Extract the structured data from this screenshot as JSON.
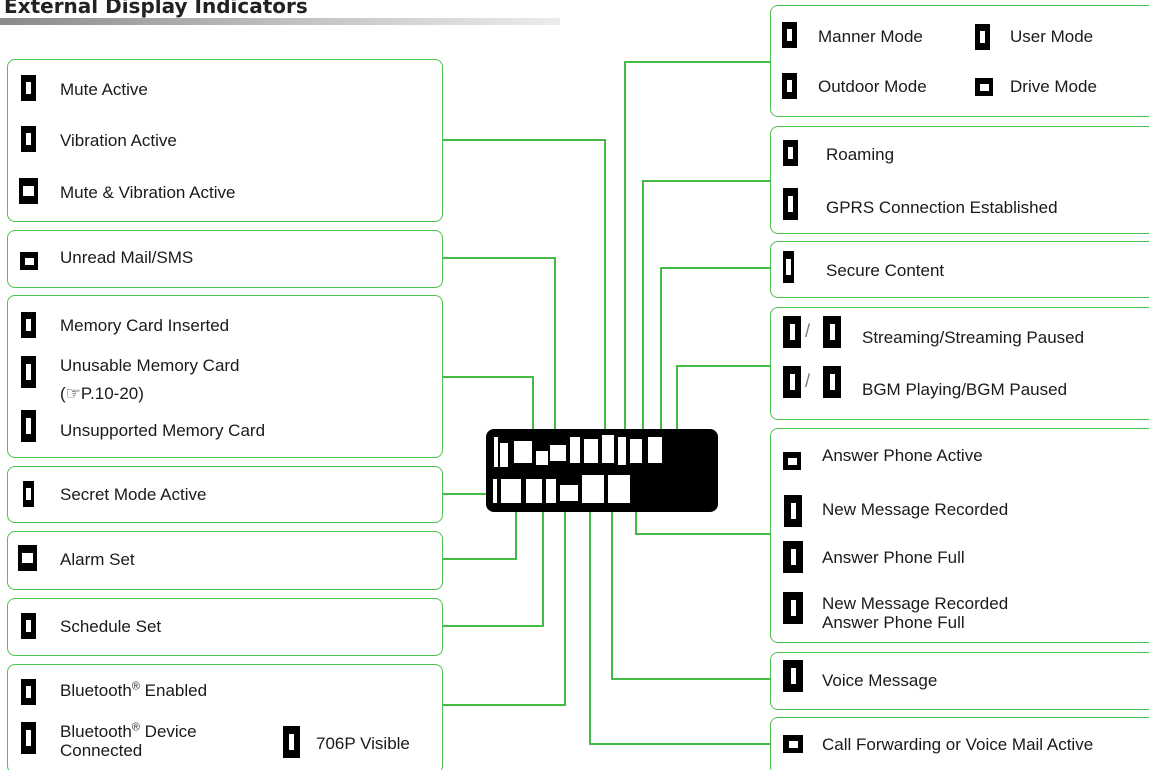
{
  "title": "External Display Indicators",
  "left_groups": {
    "mute": [
      "Mute Active",
      "Vibration Active",
      "Mute & Vibration Active"
    ],
    "mail": "Unread Mail/SMS",
    "memory": {
      "inserted": "Memory Card Inserted",
      "unusable_line1": "Unusable Memory Card",
      "unusable_line2": "(☞P.10-20)",
      "unsupported": "Unsupported Memory Card"
    },
    "secret": "Secret Mode Active",
    "alarm": "Alarm Set",
    "schedule": "Schedule Set",
    "bluetooth": {
      "enabled_pre": "Bluetooth",
      "enabled_post": " Enabled",
      "connected_pre": "Bluetooth",
      "connected_post": " Device",
      "connected_line2": "Connected",
      "visible": "706P Visible",
      "reg_mark": "®"
    }
  },
  "right_groups": {
    "modes": [
      "Manner Mode",
      "User Mode",
      "Outdoor Mode",
      "Drive Mode"
    ],
    "roaming": "Roaming",
    "gprs": "GPRS Connection Established",
    "secure": "Secure Content",
    "streaming": "Streaming/Streaming Paused",
    "bgm": "BGM Playing/BGM Paused",
    "answer": {
      "active": "Answer Phone Active",
      "recorded": "New Message Recorded",
      "full": "Answer Phone Full",
      "both_line1": "New Message Recorded",
      "both_line2": "Answer Phone Full"
    },
    "voice": "Voice Message",
    "forward": "Call Forwarding or Voice Mail Active"
  },
  "colors": {
    "accent_line": "#44bb44",
    "display_bg": "#000000"
  },
  "icons": [
    "mute-icon",
    "vibration-icon",
    "mute-vibration-icon",
    "mail-icon",
    "memory-card-icon",
    "unusable-card-icon",
    "unsupported-card-icon",
    "secret-mode-icon",
    "alarm-icon",
    "schedule-icon",
    "bluetooth-icon",
    "bluetooth-connected-icon",
    "bluetooth-visible-icon",
    "manner-mode-icon",
    "user-mode-icon",
    "outdoor-mode-icon",
    "drive-mode-icon",
    "roaming-icon",
    "gprs-icon",
    "secure-content-icon",
    "streaming-icon",
    "streaming-paused-icon",
    "bgm-playing-icon",
    "bgm-paused-icon",
    "answer-phone-icon",
    "new-message-icon",
    "answer-full-icon",
    "new-message-full-icon",
    "voice-message-icon",
    "call-forwarding-icon"
  ]
}
